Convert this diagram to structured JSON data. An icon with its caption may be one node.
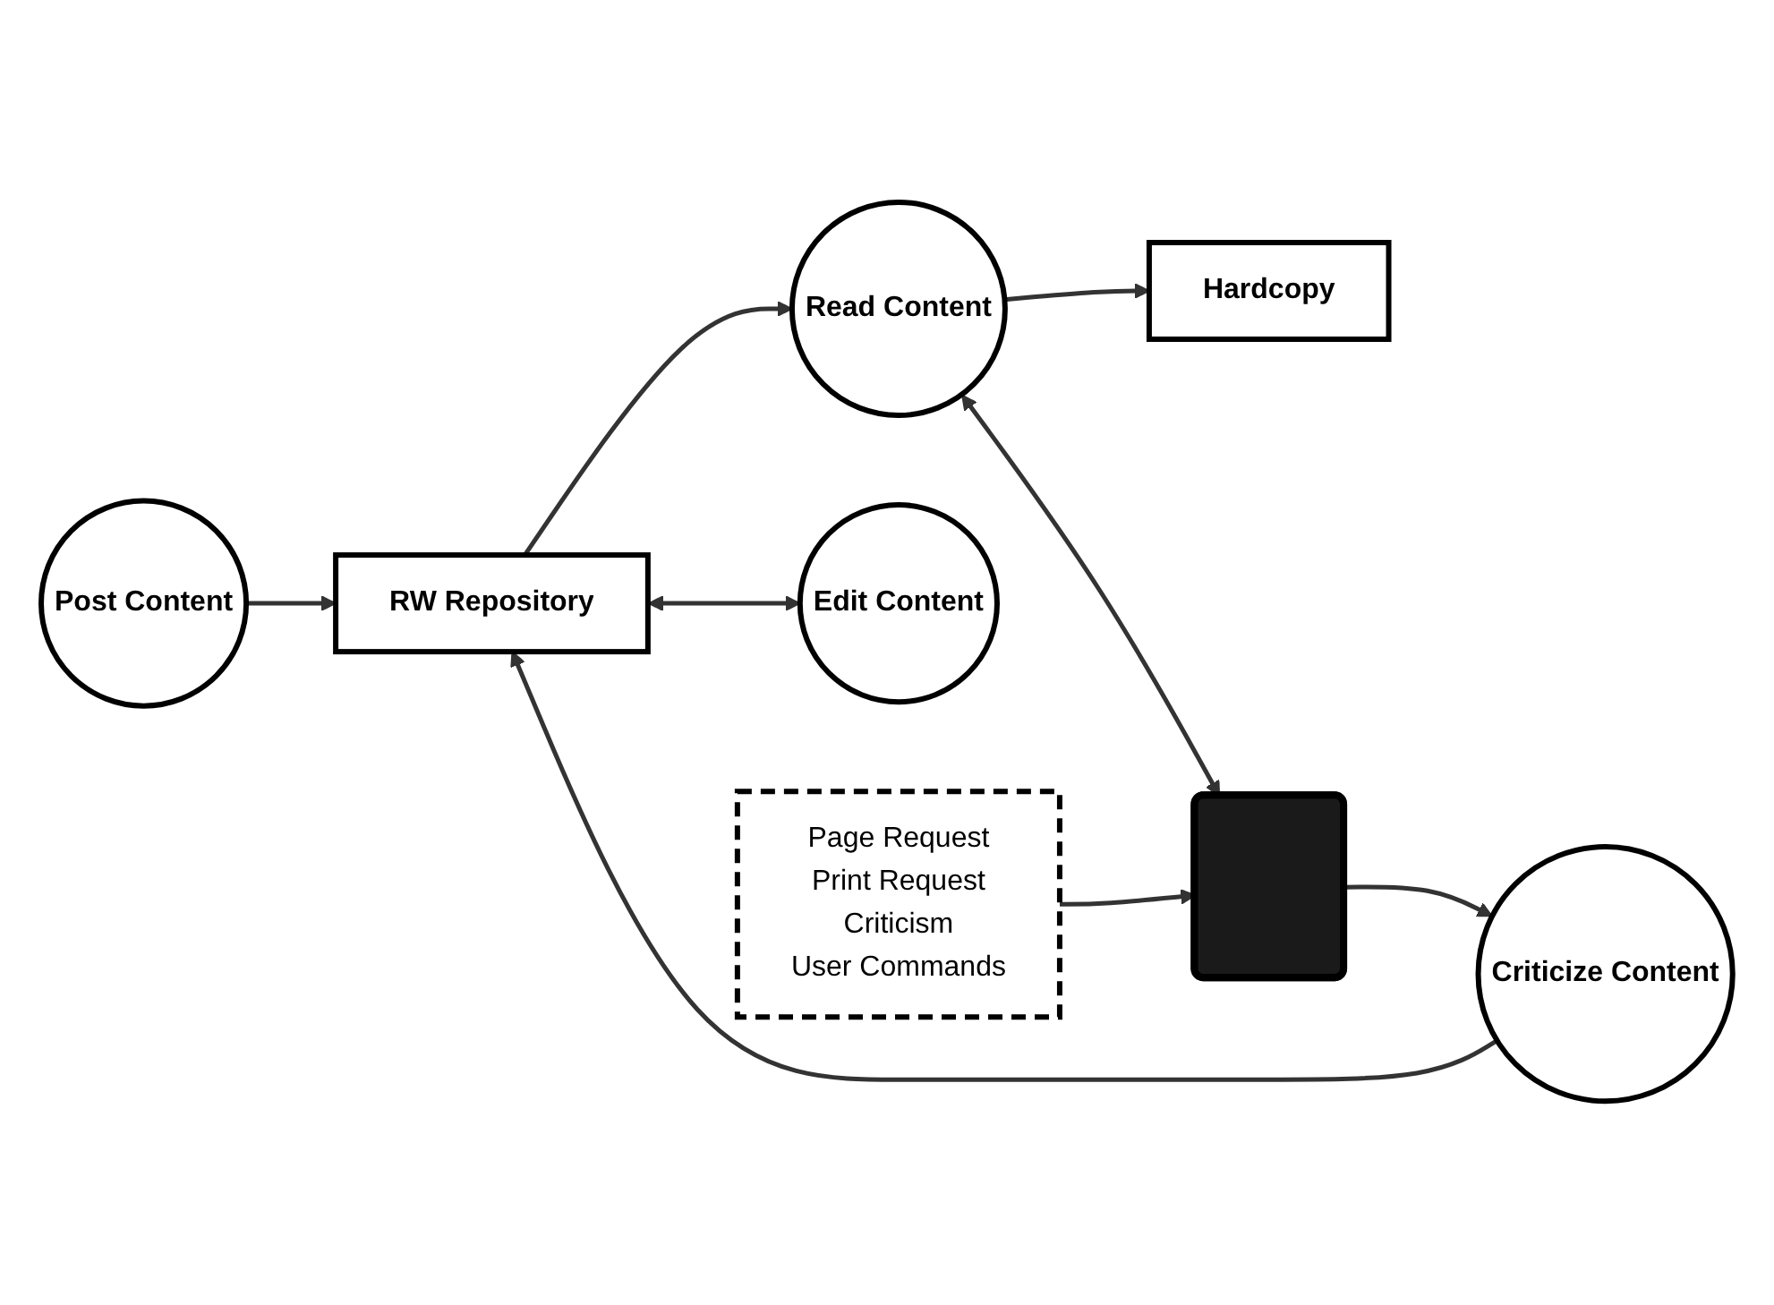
{
  "diagram": {
    "nodes": [
      {
        "text": [
          "Post Content"
        ]
      },
      {
        "text": [
          "Read Content"
        ]
      },
      {
        "text": [
          "Hardcopy"
        ]
      },
      {
        "text": [
          "RW Repository"
        ]
      },
      {
        "text": [],
        "shape": "box"
      },
      {
        "text": [
          "Edit Content"
        ]
      },
      {
        "text": [
          "Criticize Content"
        ]
      },
      {
        "text": [
          "Page Request",
          "Print Request",
          "Criticism",
          "User Commands"
        ]
      }
    ],
    "edges": [
      {
        "from": 0,
        "to": 3,
        "arrow": "to"
      },
      {
        "from": 3,
        "to": 1,
        "arrow": "to"
      },
      {
        "from": 1,
        "to": 2,
        "arrow": "to"
      },
      {
        "from": 1,
        "to": 4,
        "arrow": "both"
      },
      {
        "from": 3,
        "to": 5,
        "arrow": "both"
      },
      {
        "from": 6,
        "to": 3,
        "arrow": "to"
      },
      {
        "from": 4,
        "to": 6,
        "arrow": "to"
      },
      {
        "from": 7,
        "to": 4,
        "arrow": "to"
      }
    ]
  }
}
